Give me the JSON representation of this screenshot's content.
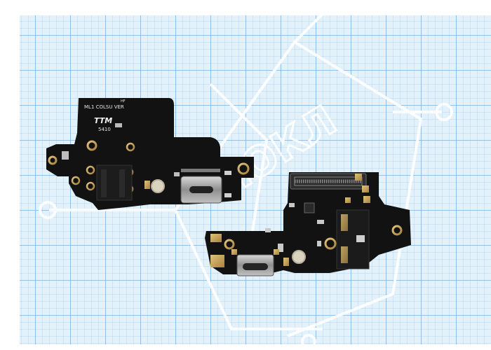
{
  "photo": {
    "subject": "charging port flex boards on graph paper",
    "board_left": {
      "silk_code": "ML1 COLSU VER",
      "silk_hf": "HF",
      "logo": "TTM",
      "date_code": "5410"
    }
  },
  "colors": {
    "paper": "#e3f1fa",
    "grid_minor": "#b7d8ee",
    "grid_major": "#7eb3dc",
    "pcb": "#121212",
    "pad_gold": "#c9a257",
    "connector_metal": "#9d9d9d",
    "watermark": "#d9dde1"
  }
}
